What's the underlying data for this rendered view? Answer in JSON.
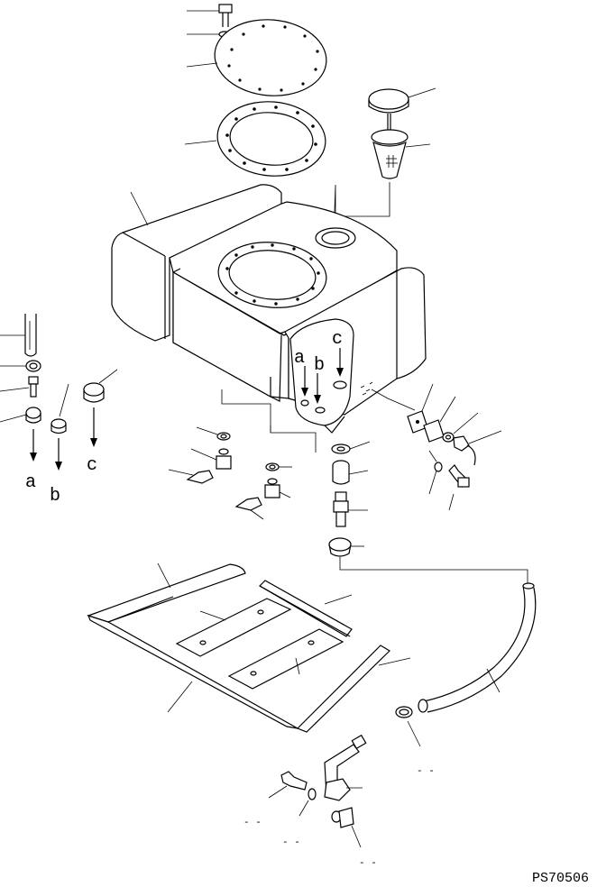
{
  "diagram": {
    "drawing_code": "PS70506",
    "letters": [
      "a",
      "b",
      "c"
    ],
    "dash_marks": [
      "- -",
      "- -",
      "- -",
      "- -"
    ]
  }
}
